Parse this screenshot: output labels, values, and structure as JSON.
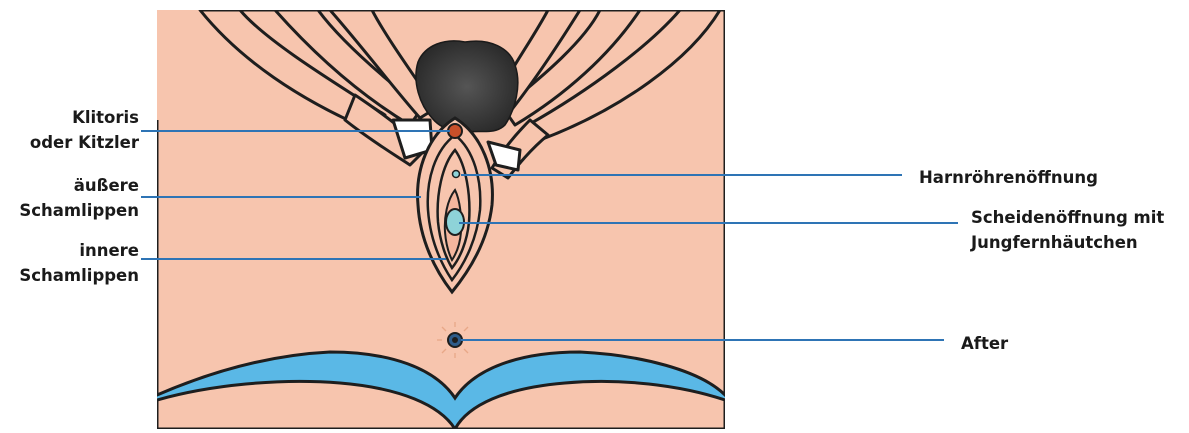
{
  "labels": {
    "klitoris": {
      "line1": "Klitoris",
      "line2": "oder Kitzler"
    },
    "aeussere_schamlippen": {
      "line1": "äußere",
      "line2": "Schamlippen"
    },
    "innere_schamlippen": {
      "line1": "innere",
      "line2": "Schamlippen"
    },
    "harnroehrenoeffnung": {
      "line1": "Harnröhrenöffnung"
    },
    "scheidenoeffnung": {
      "line1": "Scheidenöffnung mit",
      "line2": "Jungfernhäutchen"
    },
    "after": {
      "line1": "After"
    }
  },
  "colors": {
    "skin": "#f7c5ae",
    "background_blue": "#5ab8e6",
    "outline": "#1e1e1e",
    "leader_line": "#2e74b5",
    "hair": "#3a3a3a",
    "clitoris": "#c9502a",
    "vaginal_opening": "#8ed3d8"
  }
}
